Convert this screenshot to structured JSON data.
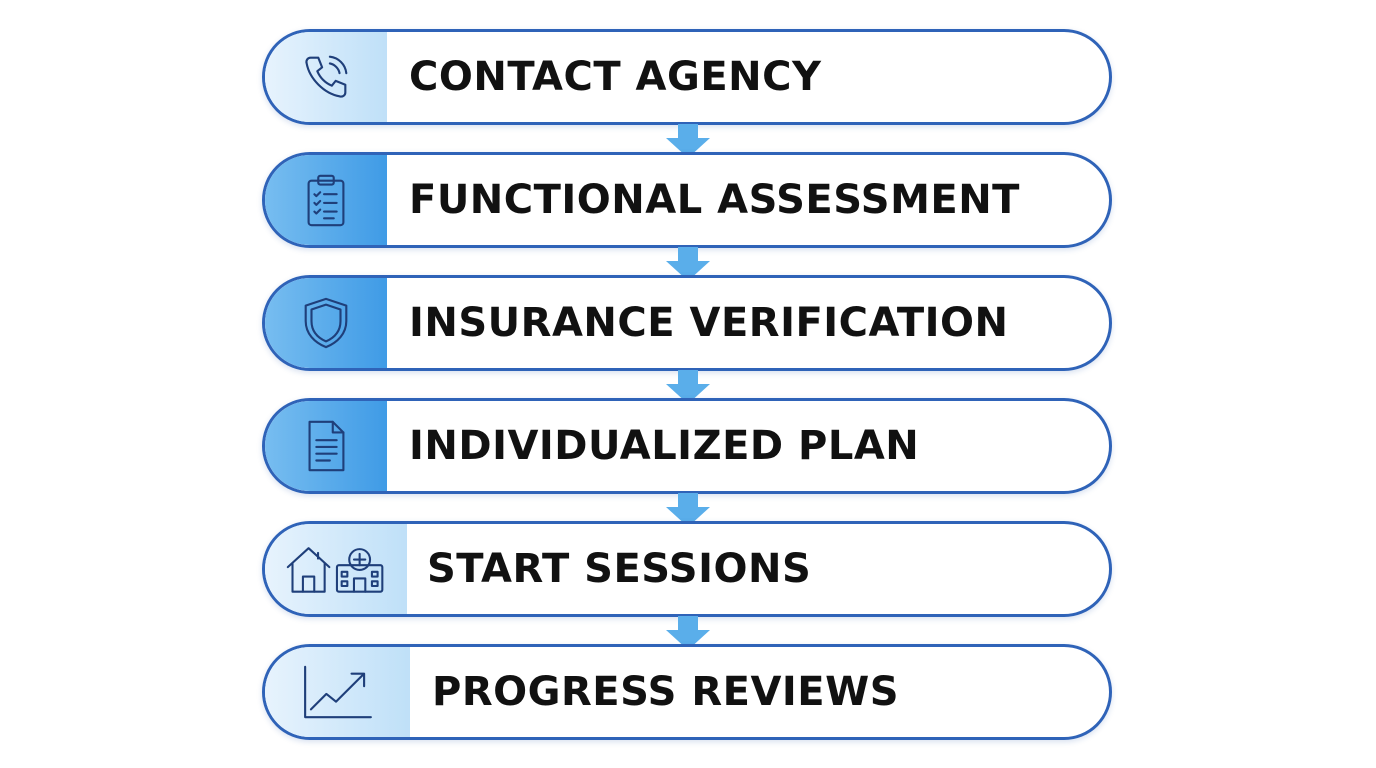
{
  "steps": [
    {
      "label": "CONTACT AGENCY",
      "icon": "phone-icon"
    },
    {
      "label": "FUNCTIONAL ASSESSMENT",
      "icon": "clipboard-checklist-icon"
    },
    {
      "label": "INSURANCE VERIFICATION",
      "icon": "shield-icon"
    },
    {
      "label": "INDIVIDUALIZED PLAN",
      "icon": "document-icon"
    },
    {
      "label": "START SESSIONS",
      "icon": "home-and-clinic-icon"
    },
    {
      "label": "PROGRESS REVIEWS",
      "icon": "trend-chart-icon"
    }
  ],
  "colors": {
    "border": "#2f63b8",
    "icon_panel_light": "#d6ebfb",
    "icon_panel_dark": "#4ea6ea",
    "arrow": "#5aaeea",
    "text": "#111111",
    "icon_stroke": "#1f3f7a"
  }
}
